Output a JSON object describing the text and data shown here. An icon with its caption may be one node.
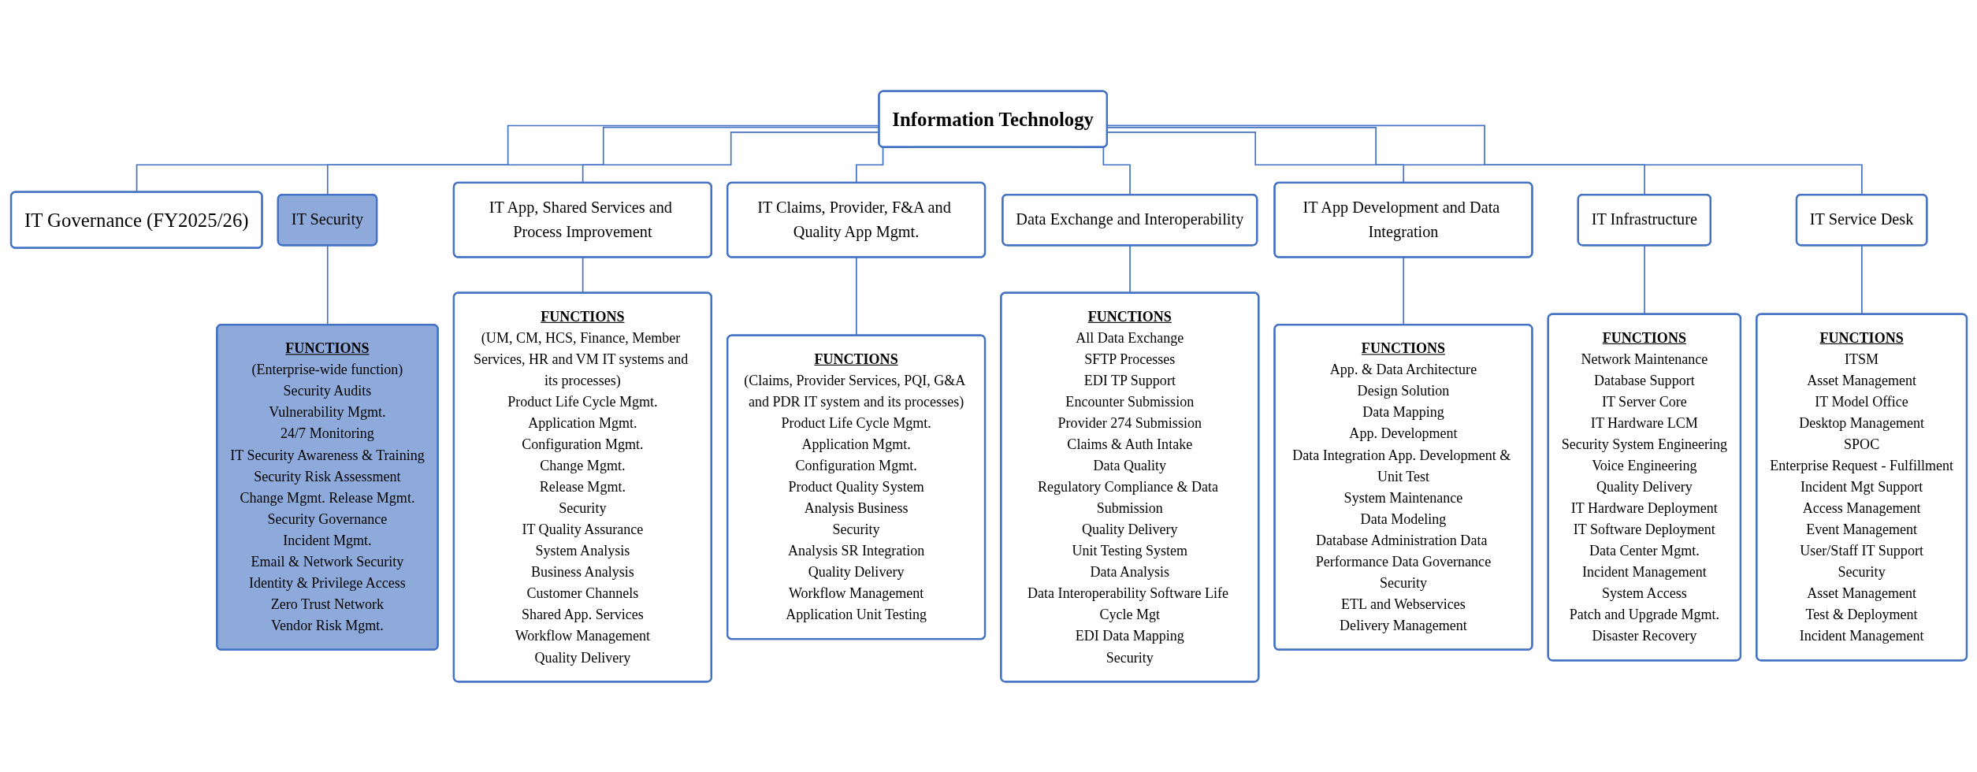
{
  "diagram": {
    "nodes": [
      {
        "text": [
          "Information Technology"
        ]
      },
      {
        "text": [
          "IT Governance (FY2025/26)"
        ]
      },
      {
        "text": [
          "IT Security"
        ]
      },
      {
        "text": [
          "IT App, Shared Services and Process Improvement"
        ]
      },
      {
        "text": [
          "IT Claims, Provider, F&A and Quality App Mgmt."
        ]
      },
      {
        "text": [
          "Data Exchange and Interoperability"
        ]
      },
      {
        "text": [
          "IT App Development and Data Integration"
        ]
      },
      {
        "text": [
          "IT Infrastructure"
        ]
      },
      {
        "text": [
          "IT Service Desk"
        ]
      },
      {
        "text": [
          "FUNCTIONS",
          "(Enterprise-wide function)",
          "Security Audits",
          "Vulnerability Mgmt.",
          "24/7 Monitoring",
          "IT Security Awareness & Training",
          "Security Risk Assessment",
          "Change Mgmt. Release Mgmt.",
          "Security Governance",
          "Incident Mgmt.",
          "Email & Network Security",
          "Identity & Privilege Access",
          "Zero Trust Network",
          "Vendor Risk Mgmt."
        ]
      },
      {
        "text": [
          "FUNCTIONS",
          "(UM, CM, HCS, Finance, Member Services, HR and VM IT systems and its processes)",
          "Product Life Cycle Mgmt.",
          "Application Mgmt.",
          "Configuration Mgmt.",
          "Change Mgmt.",
          "Release Mgmt.",
          "Security",
          "IT Quality Assurance",
          "System Analysis",
          "Business Analysis",
          "Customer Channels",
          "Shared App. Services",
          "Workflow Management",
          "Quality Delivery"
        ]
      },
      {
        "text": [
          "FUNCTIONS",
          "(Claims, Provider Services, PQI, G&A and PDR IT system and its processes)",
          "Product Life Cycle Mgmt.",
          "Application Mgmt.",
          "Configuration Mgmt.",
          "Product Quality System",
          "Analysis Business",
          "Security",
          "Analysis SR Integration",
          "Quality Delivery",
          "Workflow Management",
          "Application Unit Testing"
        ]
      },
      {
        "text": [
          "FUNCTIONS",
          "All Data Exchange",
          "SFTP Processes",
          "EDI TP Support",
          "Encounter Submission",
          "Provider 274 Submission",
          "Claims & Auth Intake",
          "Data Quality",
          "Regulatory Compliance & Data Submission",
          "Quality Delivery",
          "Unit Testing System",
          "Data Analysis",
          "Data Interoperability Software Life Cycle Mgt",
          "EDI Data Mapping",
          "Security"
        ]
      },
      {
        "text": [
          "FUNCTIONS",
          "App. & Data Architecture",
          "Design Solution",
          "Data Mapping",
          "App. Development",
          "Data Integration App. Development & Unit Test",
          "System Maintenance",
          "Data Modeling",
          "Database Administration Data Performance Data Governance",
          "Security",
          "ETL and Webservices",
          "Delivery Management"
        ]
      },
      {
        "text": [
          "FUNCTIONS",
          "Network Maintenance",
          "Database Support",
          "IT Server Core",
          "IT Hardware LCM",
          "Security System Engineering",
          "Voice Engineering",
          "Quality Delivery",
          "IT Hardware Deployment",
          "IT Software Deployment",
          "Data Center Mgmt.",
          "Incident Management",
          "System Access",
          "Patch and Upgrade Mgmt.",
          "Disaster Recovery"
        ]
      },
      {
        "text": [
          "FUNCTIONS",
          "ITSM",
          "Asset Management",
          "IT Model Office",
          "Desktop Management",
          "SPOC",
          "Enterprise Request - Fulfillment",
          "Incident Mgt Support",
          "Access Management",
          "Event Management",
          "User/Staff IT Support",
          "Security",
          "Asset Management",
          "Test & Deployment",
          "Incident Management"
        ]
      }
    ],
    "edges": [
      {
        "from": 0,
        "to": 1,
        "arrow": "none"
      },
      {
        "from": 0,
        "to": 2,
        "arrow": "none"
      },
      {
        "from": 0,
        "to": 3,
        "arrow": "none"
      },
      {
        "from": 0,
        "to": 4,
        "arrow": "none"
      },
      {
        "from": 0,
        "to": 5,
        "arrow": "none"
      },
      {
        "from": 0,
        "to": 6,
        "arrow": "none"
      },
      {
        "from": 0,
        "to": 7,
        "arrow": "none"
      },
      {
        "from": 0,
        "to": 8,
        "arrow": "none"
      },
      {
        "from": 2,
        "to": 9,
        "arrow": "none"
      },
      {
        "from": 3,
        "to": 10,
        "arrow": "none"
      },
      {
        "from": 4,
        "to": 11,
        "arrow": "none"
      },
      {
        "from": 5,
        "to": 12,
        "arrow": "none"
      },
      {
        "from": 6,
        "to": 13,
        "arrow": "none"
      },
      {
        "from": 7,
        "to": 14,
        "arrow": "none"
      },
      {
        "from": 8,
        "to": 15,
        "arrow": "none"
      }
    ]
  }
}
